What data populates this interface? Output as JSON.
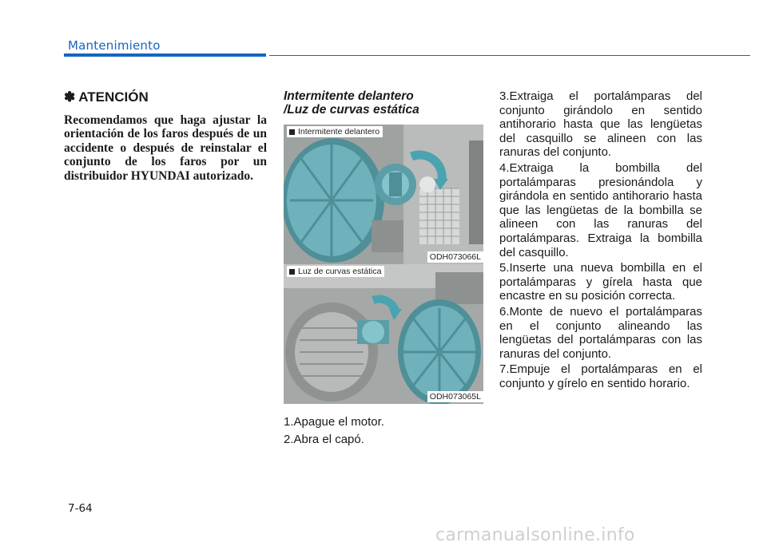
{
  "header": {
    "section": "Mantenimiento"
  },
  "attention": {
    "symbol": "✽",
    "title": "ATENCIÓN",
    "body": "Recomendamos que haga ajustar la orientación de los faros después de un accidente o después de reinstalar el conjunto de los faros por un distribuidor HYUNDAI autorizado."
  },
  "figure_section": {
    "heading_line1": "Intermitente delantero",
    "heading_line2": "/Luz de curvas estática",
    "top_label": "Intermitente delantero",
    "top_code": "ODH073066L",
    "bottom_label": "Luz de curvas estática",
    "bottom_code": "ODH073065L"
  },
  "steps": [
    {
      "num": "1.",
      "text": "Apague el motor."
    },
    {
      "num": "2.",
      "text": "Abra el capó."
    },
    {
      "num": "3.",
      "text": "Extraiga el portalámparas del conjunto girándolo en sentido antihorario hasta que las lengüetas del casquillo se alineen con las ranuras del conjunto."
    },
    {
      "num": "4.",
      "text": "Extraiga la bombilla del portalámparas presionándola y girándola en sentido antihorario hasta que las lengüetas de la bombilla se alineen con las ranuras del portalámparas. Extraiga la bombilla del casquillo."
    },
    {
      "num": "5.",
      "text": "Inserte una nueva bombilla en el portalámparas y gírela hasta que encastre en su posición correcta."
    },
    {
      "num": "6.",
      "text": "Monte de nuevo el portalámparas en el conjunto alineando las lengüetas del portalámparas con las ranuras del conjunto."
    },
    {
      "num": "7.",
      "text": "Empuje el portalámparas en el conjunto y gírelo en sentido horario."
    }
  ],
  "footer": {
    "page_number": "7-64",
    "watermark": "carmanualsonline.info"
  },
  "colors": {
    "accent": "#1565c0",
    "part_teal": "#5fa9b3",
    "arrow_teal": "#4aa3b0"
  }
}
